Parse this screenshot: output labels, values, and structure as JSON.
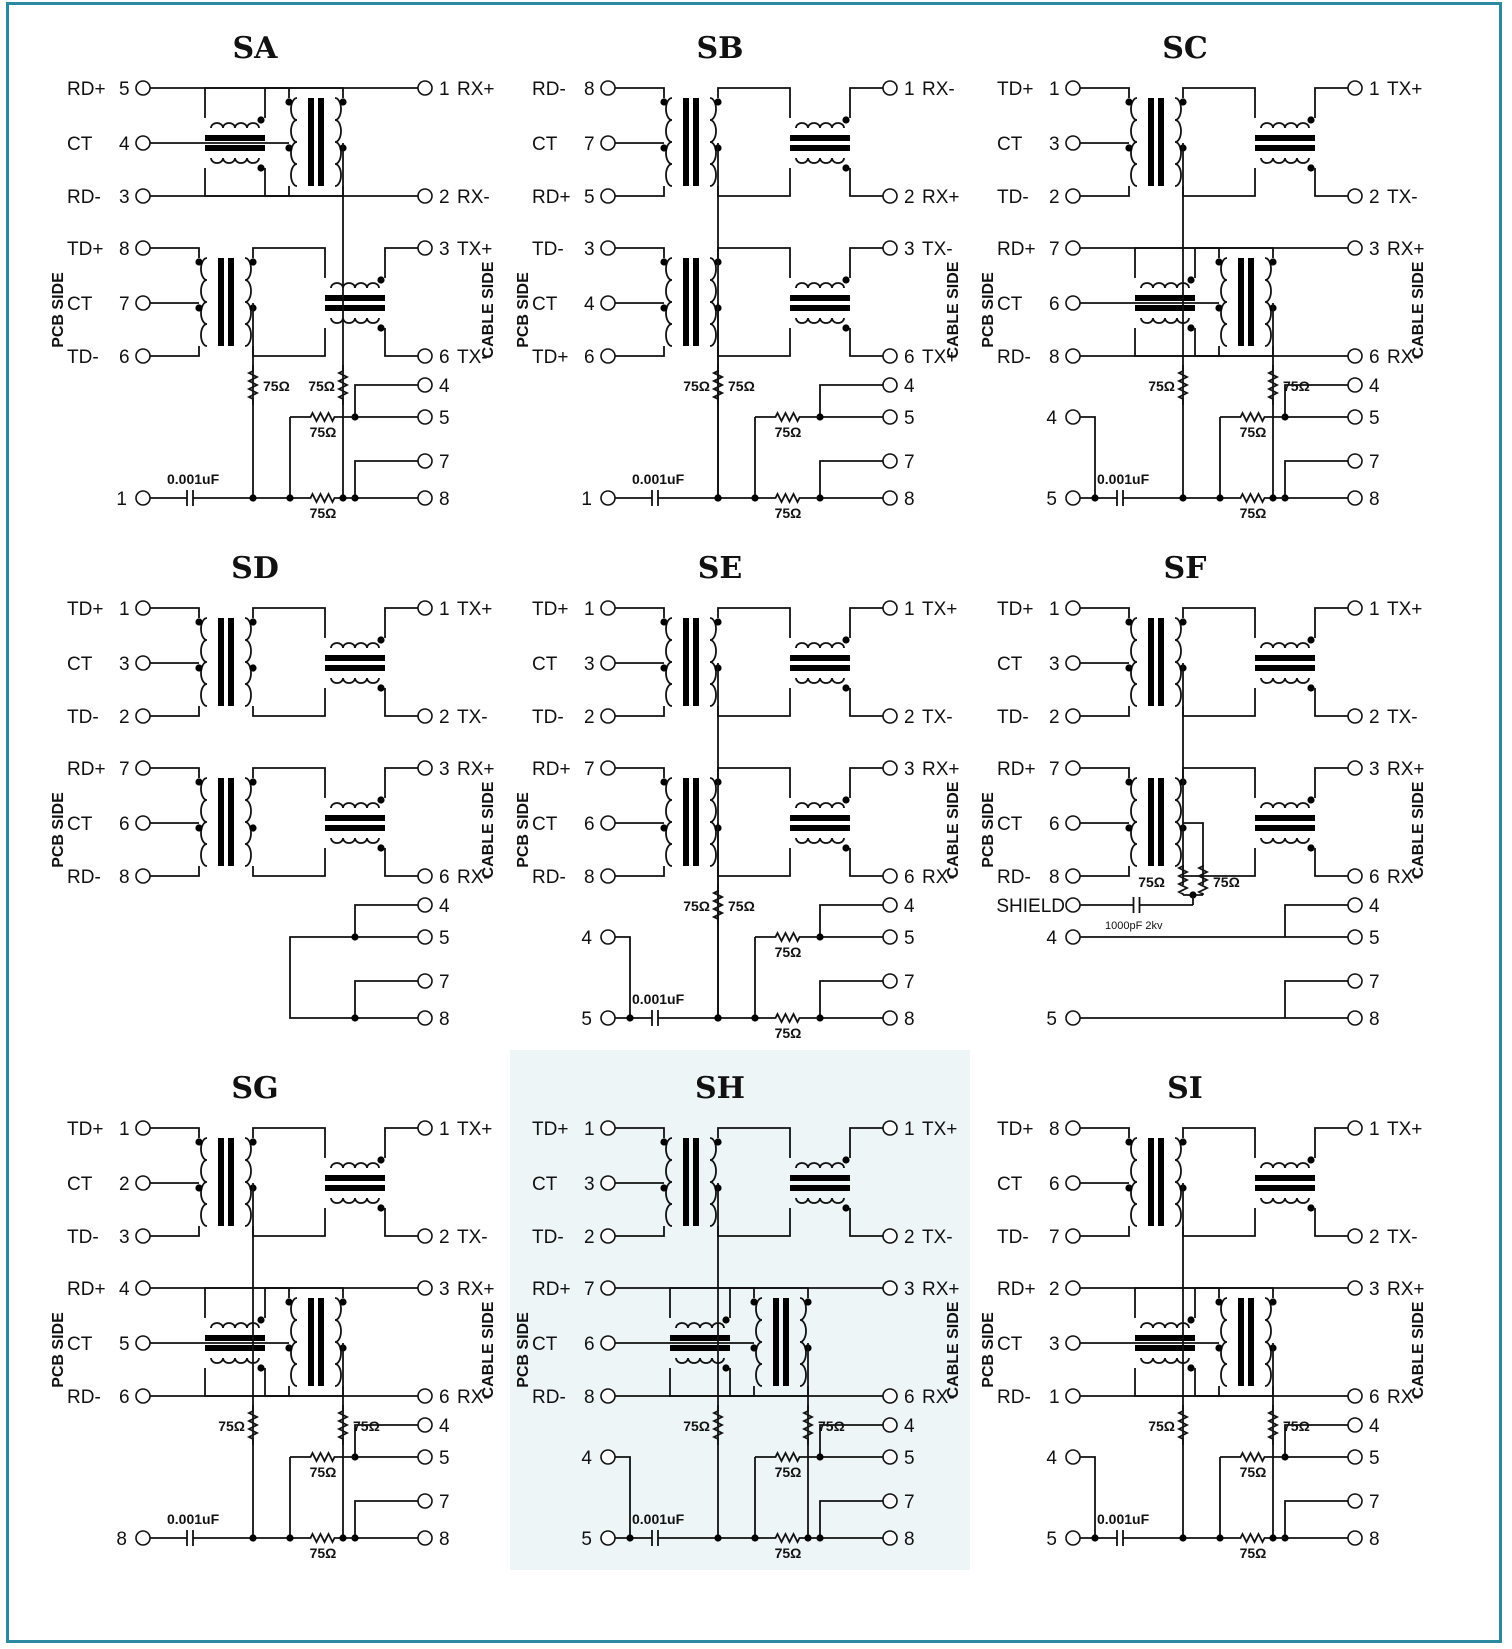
{
  "colors": {
    "frame": "#2c8aa0",
    "ink": "#111111",
    "highlight_panel": "#eef5f6"
  },
  "side_labels": {
    "pcb": "PCB SIDE",
    "cable": "CABLE SIDE"
  },
  "circuits": [
    {
      "id": "SA",
      "title": "SA",
      "layout": "isolated",
      "upper": {
        "inv": true,
        "left": [
          {
            "name": "RD+",
            "num": "5"
          },
          {
            "name": "CT",
            "num": "4"
          },
          {
            "name": "RD-",
            "num": "3"
          }
        ],
        "right": [
          {
            "num": "1",
            "name": "RX+"
          },
          {
            "num": "2",
            "name": "RX-"
          }
        ]
      },
      "lower": {
        "inv": false,
        "left": [
          {
            "name": "TD+",
            "num": "8"
          },
          {
            "name": "CT",
            "num": "7"
          },
          {
            "name": "TD-",
            "num": "6"
          }
        ],
        "right": [
          {
            "num": "3",
            "name": "TX+"
          },
          {
            "num": "6",
            "name": "TX-"
          }
        ]
      },
      "term": {
        "r1": "75Ω",
        "r2": "75Ω",
        "r3": "75Ω",
        "r4": "75Ω",
        "cap": "0.001uF",
        "in_gnd": "1",
        "in_top": "",
        "p4": "4",
        "p5": "5",
        "p7": "7",
        "p8": "8"
      },
      "side_labels": true
    },
    {
      "id": "SB",
      "title": "SB",
      "layout": "isolated",
      "upper": {
        "inv": false,
        "left": [
          {
            "name": "RD-",
            "num": "8"
          },
          {
            "name": "CT",
            "num": "7"
          },
          {
            "name": "RD+",
            "num": "5"
          }
        ],
        "right": [
          {
            "num": "1",
            "name": "RX-"
          },
          {
            "num": "2",
            "name": "RX+"
          }
        ]
      },
      "lower": {
        "inv": false,
        "left": [
          {
            "name": "TD-",
            "num": "3"
          },
          {
            "name": "CT",
            "num": "4"
          },
          {
            "name": "TD+",
            "num": "6"
          }
        ],
        "right": [
          {
            "num": "3",
            "name": "TX-"
          },
          {
            "num": "6",
            "name": "TX+"
          }
        ]
      },
      "term": {
        "r1": "75Ω",
        "r2": "75Ω",
        "r3": "75Ω",
        "r4": "75Ω",
        "cap": "0.001uF",
        "in_gnd": "1",
        "in_top": "",
        "p4": "4",
        "p5": "5",
        "p7": "7",
        "p8": "8"
      },
      "side_labels": true
    },
    {
      "id": "SC",
      "title": "SC",
      "layout": "isolated",
      "upper": {
        "inv": false,
        "left": [
          {
            "name": "TD+",
            "num": "1"
          },
          {
            "name": "CT",
            "num": "3"
          },
          {
            "name": "TD-",
            "num": "2"
          }
        ],
        "right": [
          {
            "num": "1",
            "name": "TX+"
          },
          {
            "num": "2",
            "name": "TX-"
          }
        ]
      },
      "lower": {
        "inv": true,
        "left": [
          {
            "name": "RD+",
            "num": "7"
          },
          {
            "name": "CT",
            "num": "6"
          },
          {
            "name": "RD-",
            "num": "8"
          }
        ],
        "right": [
          {
            "num": "3",
            "name": "RX+"
          },
          {
            "num": "6",
            "name": "RX-"
          }
        ]
      },
      "term": {
        "r1": "75Ω",
        "r2": "75Ω",
        "r3": "75Ω",
        "r4": "75Ω",
        "cap": "0.001uF",
        "in_gnd": "5",
        "in_top": "4",
        "p4": "4",
        "p5": "5",
        "p7": "7",
        "p8": "8"
      },
      "side_labels": true
    },
    {
      "id": "SD",
      "title": "SD",
      "layout": "plain",
      "upper": {
        "inv": false,
        "left": [
          {
            "name": "TD+",
            "num": "1"
          },
          {
            "name": "CT",
            "num": "3"
          },
          {
            "name": "TD-",
            "num": "2"
          }
        ],
        "right": [
          {
            "num": "1",
            "name": "TX+"
          },
          {
            "num": "2",
            "name": "TX-"
          }
        ]
      },
      "lower": {
        "inv": false,
        "left": [
          {
            "name": "RD+",
            "num": "7"
          },
          {
            "name": "CT",
            "num": "6"
          },
          {
            "name": "RD-",
            "num": "8"
          }
        ],
        "right": [
          {
            "num": "3",
            "name": "RX+"
          },
          {
            "num": "6",
            "name": "RX-"
          }
        ]
      },
      "term": {
        "p4": "4",
        "p5": "5",
        "p7": "7",
        "p8": "8"
      },
      "side_labels": true
    },
    {
      "id": "SE",
      "title": "SE",
      "layout": "isolated",
      "upper": {
        "inv": false,
        "left": [
          {
            "name": "TD+",
            "num": "1"
          },
          {
            "name": "CT",
            "num": "3"
          },
          {
            "name": "TD-",
            "num": "2"
          }
        ],
        "right": [
          {
            "num": "1",
            "name": "TX+"
          },
          {
            "num": "2",
            "name": "TX-"
          }
        ]
      },
      "lower": {
        "inv": false,
        "left": [
          {
            "name": "RD+",
            "num": "7"
          },
          {
            "name": "CT",
            "num": "6"
          },
          {
            "name": "RD-",
            "num": "8"
          }
        ],
        "right": [
          {
            "num": "3",
            "name": "RX+"
          },
          {
            "num": "6",
            "name": "RX-"
          }
        ]
      },
      "term": {
        "r1": "75Ω",
        "r2": "75Ω",
        "r3": "75Ω",
        "r4": "75Ω",
        "cap": "0.001uF",
        "in_gnd": "5",
        "in_top": "4",
        "p4": "4",
        "p5": "5",
        "p7": "7",
        "p8": "8"
      },
      "side_labels": true
    },
    {
      "id": "SF",
      "title": "SF",
      "layout": "shield",
      "upper": {
        "inv": false,
        "left": [
          {
            "name": "TD+",
            "num": "1"
          },
          {
            "name": "CT",
            "num": "3"
          },
          {
            "name": "TD-",
            "num": "2"
          }
        ],
        "right": [
          {
            "num": "1",
            "name": "TX+"
          },
          {
            "num": "2",
            "name": "TX-"
          }
        ]
      },
      "lower": {
        "inv": false,
        "left": [
          {
            "name": "RD+",
            "num": "7"
          },
          {
            "name": "CT",
            "num": "6"
          },
          {
            "name": "RD-",
            "num": "8"
          }
        ],
        "right": [
          {
            "num": "3",
            "name": "RX+"
          },
          {
            "num": "6",
            "name": "RX-"
          }
        ]
      },
      "term": {
        "r1": "75Ω",
        "r2": "75Ω",
        "shield": "SHIELD",
        "cap": "1000pF 2kv",
        "in4": "4",
        "in5": "5",
        "p4": "4",
        "p5": "5",
        "p7": "7",
        "p8": "8"
      },
      "side_labels": true
    },
    {
      "id": "SG",
      "title": "SG",
      "layout": "isolated",
      "upper": {
        "inv": false,
        "left": [
          {
            "name": "TD+",
            "num": "1"
          },
          {
            "name": "CT",
            "num": "2"
          },
          {
            "name": "TD-",
            "num": "3"
          }
        ],
        "right": [
          {
            "num": "1",
            "name": "TX+"
          },
          {
            "num": "2",
            "name": "TX-"
          }
        ]
      },
      "lower": {
        "inv": true,
        "left": [
          {
            "name": "RD+",
            "num": "4"
          },
          {
            "name": "CT",
            "num": "5"
          },
          {
            "name": "RD-",
            "num": "6"
          }
        ],
        "right": [
          {
            "num": "3",
            "name": "RX+"
          },
          {
            "num": "6",
            "name": "RX-"
          }
        ]
      },
      "term": {
        "r1": "75Ω",
        "r2": "75Ω",
        "r3": "75Ω",
        "r4": "75Ω",
        "cap": "0.001uF",
        "in_gnd": "8",
        "in_top": "",
        "p4": "4",
        "p5": "5",
        "p7": "7",
        "p8": "8"
      },
      "side_labels": true
    },
    {
      "id": "SH",
      "title": "SH",
      "layout": "isolated",
      "highlight": true,
      "upper": {
        "inv": false,
        "left": [
          {
            "name": "TD+",
            "num": "1"
          },
          {
            "name": "CT",
            "num": "3"
          },
          {
            "name": "TD-",
            "num": "2"
          }
        ],
        "right": [
          {
            "num": "1",
            "name": "TX+"
          },
          {
            "num": "2",
            "name": "TX-"
          }
        ]
      },
      "lower": {
        "inv": true,
        "left": [
          {
            "name": "RD+",
            "num": "7"
          },
          {
            "name": "CT",
            "num": "6"
          },
          {
            "name": "RD-",
            "num": "8"
          }
        ],
        "right": [
          {
            "num": "3",
            "name": "RX+"
          },
          {
            "num": "6",
            "name": "RX-"
          }
        ]
      },
      "term": {
        "r1": "75Ω",
        "r2": "75Ω",
        "r3": "75Ω",
        "r4": "75Ω",
        "cap": "0.001uF",
        "in_gnd": "5",
        "in_top": "4",
        "p4": "4",
        "p5": "5",
        "p7": "7",
        "p8": "8"
      },
      "side_labels": true
    },
    {
      "id": "SI",
      "title": "SI",
      "layout": "isolated",
      "upper": {
        "inv": false,
        "left": [
          {
            "name": "TD+",
            "num": "8"
          },
          {
            "name": "CT",
            "num": "6"
          },
          {
            "name": "TD-",
            "num": "7"
          }
        ],
        "right": [
          {
            "num": "1",
            "name": "TX+"
          },
          {
            "num": "2",
            "name": "TX-"
          }
        ]
      },
      "lower": {
        "inv": true,
        "left": [
          {
            "name": "RD+",
            "num": "2"
          },
          {
            "name": "CT",
            "num": "3"
          },
          {
            "name": "RD-",
            "num": "1"
          }
        ],
        "right": [
          {
            "num": "3",
            "name": "RX+"
          },
          {
            "num": "6",
            "name": "RX-"
          }
        ]
      },
      "term": {
        "r1": "75Ω",
        "r2": "75Ω",
        "r3": "75Ω",
        "r4": "75Ω",
        "cap": "0.001uF",
        "in_gnd": "5",
        "in_top": "4",
        "p4": "4",
        "p5": "5",
        "p7": "7",
        "p8": "8"
      },
      "side_labels": true
    }
  ]
}
